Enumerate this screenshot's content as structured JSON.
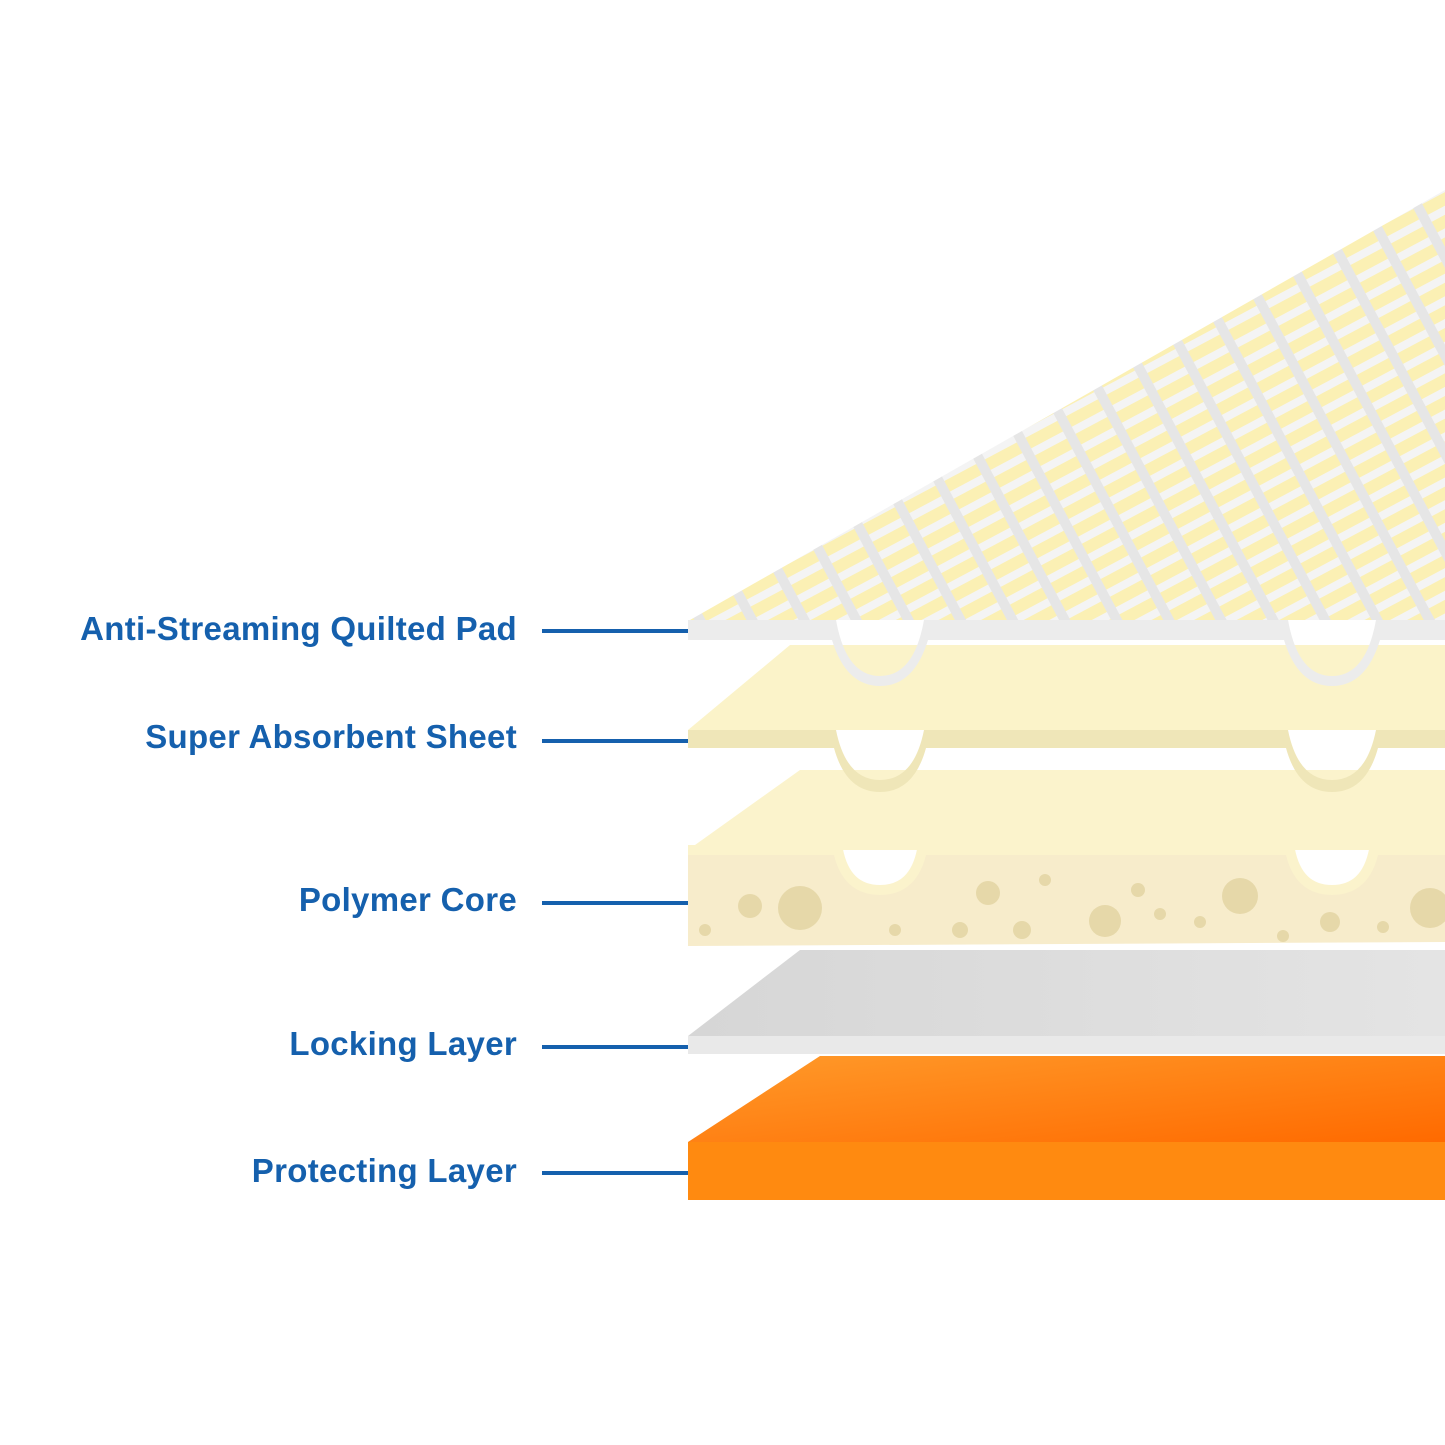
{
  "colors": {
    "label": "#1560ad",
    "quilted_top": "#ececec",
    "quilted_stripe": "#f7f7f7",
    "quilted_under": "#fbf0b4",
    "absorbent": "#fbf3c9",
    "absorbent_side": "#efe6b8",
    "core_top": "#fbf3cc",
    "core_side": "#f7eccb",
    "core_bubble": "#e6d8a9",
    "locking": "#dcdcdc",
    "locking_side": "#e9e9e9",
    "protecting": "#ff7a00",
    "protecting_side": "#ff8a10"
  },
  "layers": [
    {
      "id": "quilted",
      "label": "Anti-Streaming Quilted Pad"
    },
    {
      "id": "absorbent",
      "label": "Super Absorbent Sheet"
    },
    {
      "id": "core",
      "label": "Polymer Core"
    },
    {
      "id": "locking",
      "label": "Locking Layer"
    },
    {
      "id": "protecting",
      "label": "Protecting Layer"
    }
  ]
}
